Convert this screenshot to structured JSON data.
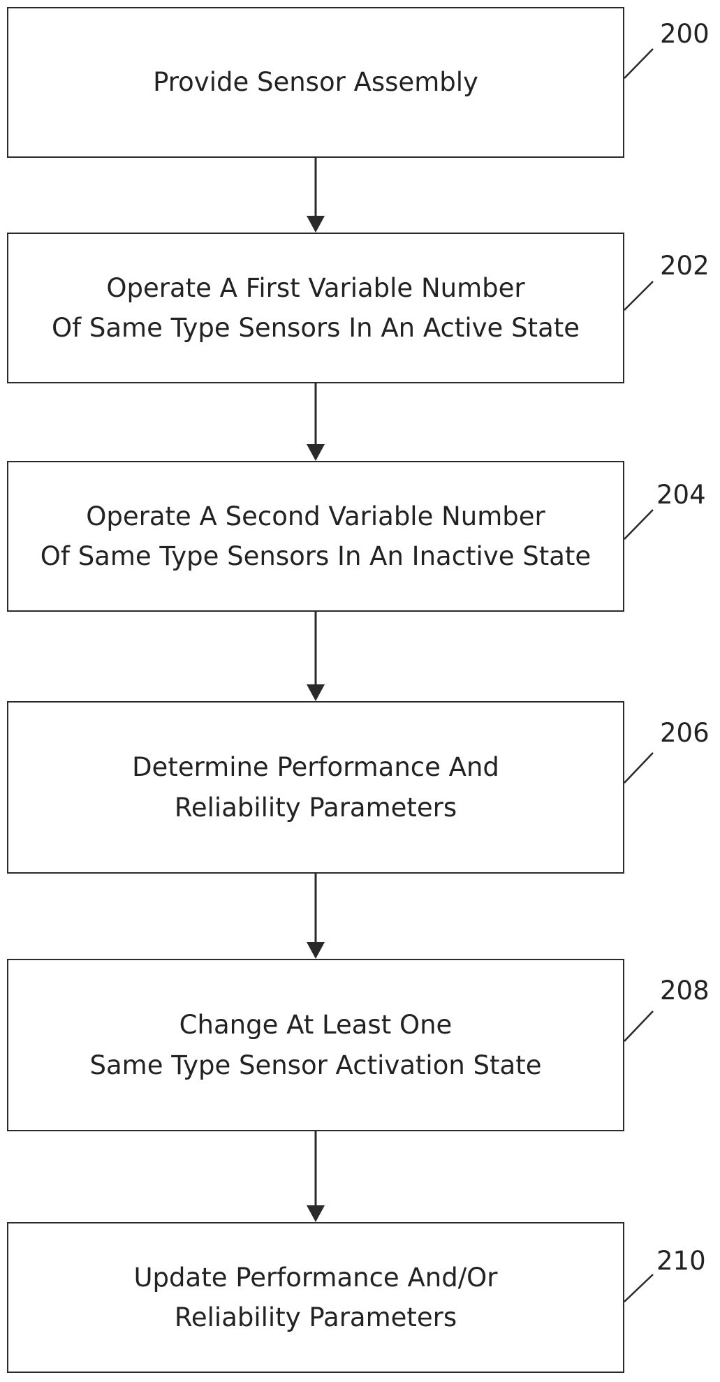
{
  "flowchart": {
    "steps": [
      {
        "id": "200",
        "label": "200",
        "lines": [
          "Provide Sensor Assembly"
        ]
      },
      {
        "id": "202",
        "label": "202",
        "lines": [
          "Operate A First Variable Number",
          "Of Same Type Sensors In An Active State"
        ]
      },
      {
        "id": "204",
        "label": "204",
        "lines": [
          "Operate A Second Variable Number",
          "Of Same Type Sensors In An Inactive State"
        ]
      },
      {
        "id": "206",
        "label": "206",
        "lines": [
          "Determine Performance And",
          "Reliability Parameters"
        ]
      },
      {
        "id": "208",
        "label": "208",
        "lines": [
          "Change At Least One",
          "Same Type Sensor Activation State"
        ]
      },
      {
        "id": "210",
        "label": "210",
        "lines": [
          "Update Performance And/Or",
          "Reliability Parameters"
        ]
      }
    ],
    "colors": {
      "stroke": "#2a2a2a",
      "text": "#222222",
      "background": "#ffffff"
    }
  }
}
